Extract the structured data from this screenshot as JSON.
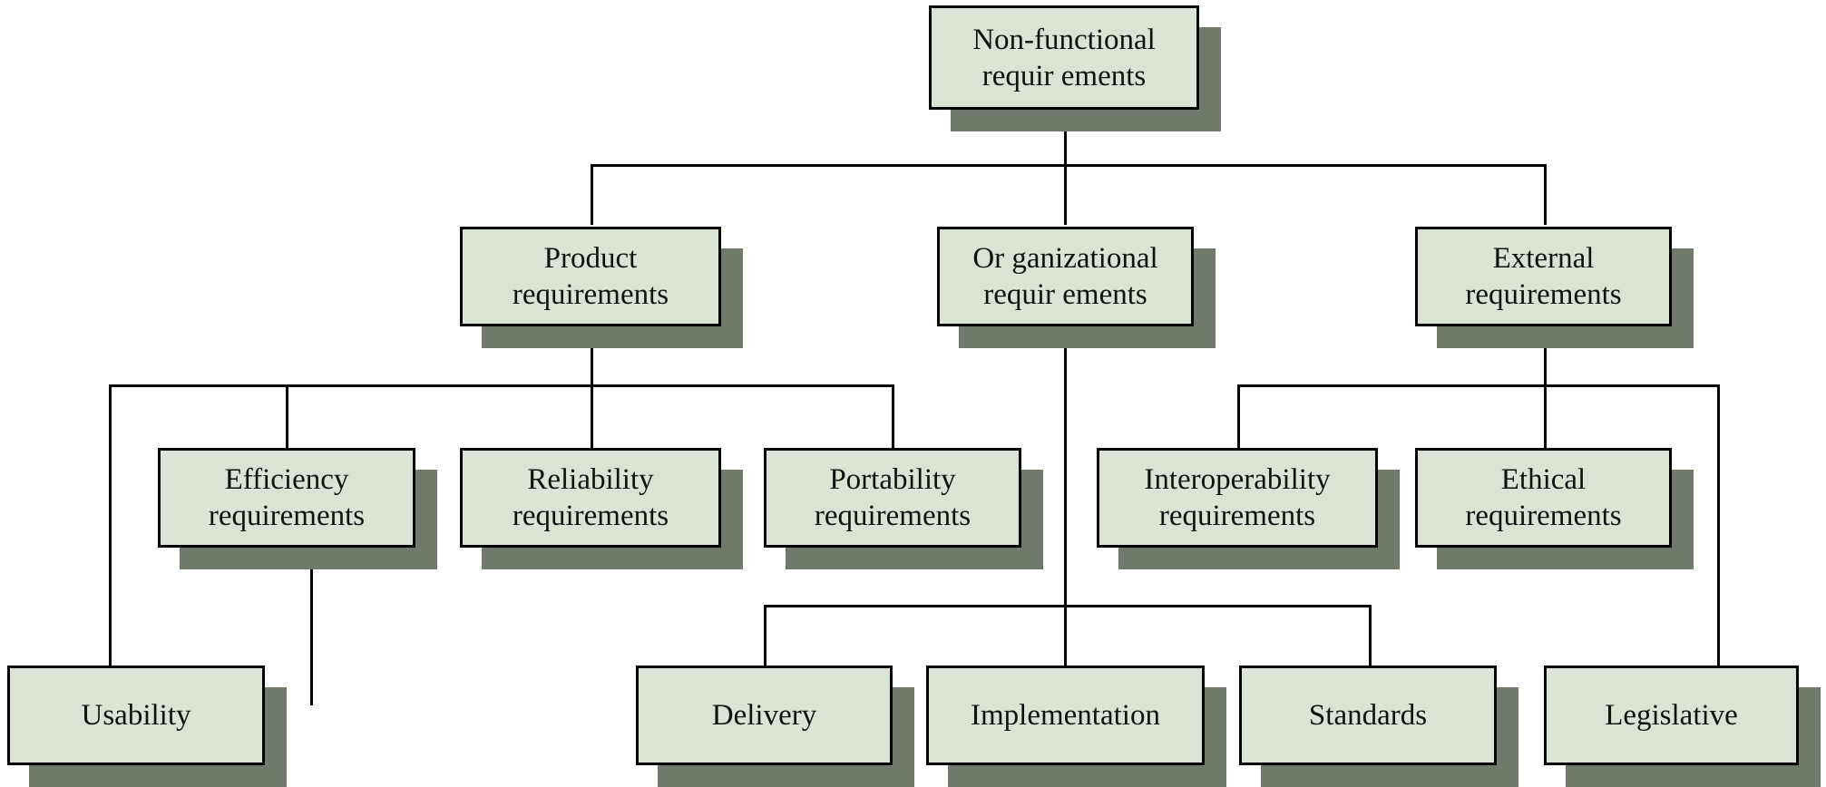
{
  "nodes": {
    "root": {
      "line1": "Non-functional",
      "line2": "requir ements"
    },
    "product": {
      "line1": "Product",
      "line2": "requirements"
    },
    "organizational": {
      "line1": "Or ganizational",
      "line2": "requir ements"
    },
    "external": {
      "line1": "External",
      "line2": "requirements"
    },
    "efficiency": {
      "line1": "Efficiency",
      "line2": "requirements"
    },
    "reliability": {
      "line1": "Reliability",
      "line2": "requirements"
    },
    "portability": {
      "line1": "Portability",
      "line2": "requirements"
    },
    "interoperability": {
      "line1": "Interoperability",
      "line2": "requirements"
    },
    "ethical": {
      "line1": "Ethical",
      "line2": "requirements"
    },
    "usability": {
      "line1": "Usability"
    },
    "delivery": {
      "line1": "Delivery"
    },
    "implementation": {
      "line1": "Implementation"
    },
    "standards": {
      "line1": "Standards"
    },
    "legislative": {
      "line1": "Legislative"
    }
  },
  "colors": {
    "box_fill": "#dbe4d4",
    "shadow": "#6f7a6a",
    "line": "#000000"
  }
}
